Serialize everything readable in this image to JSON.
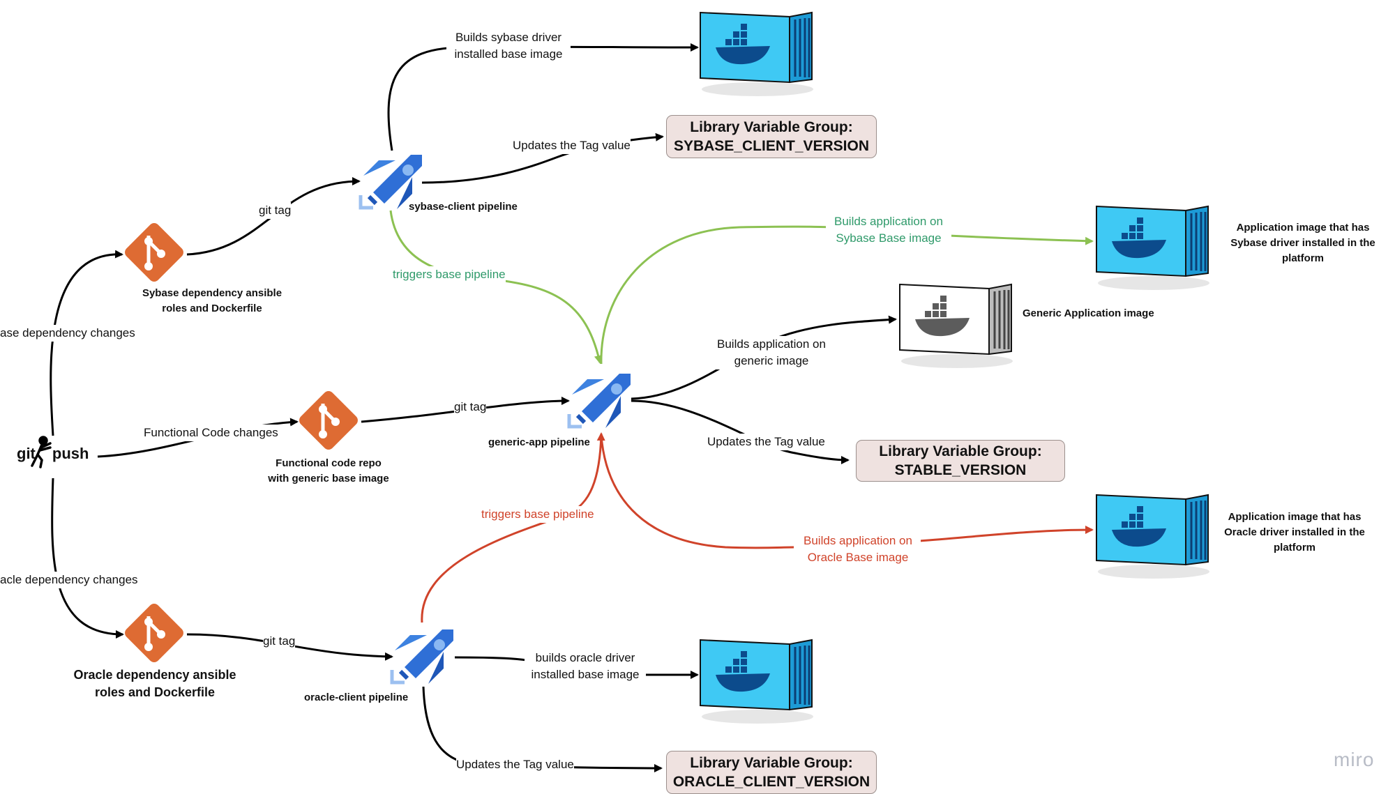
{
  "trigger": {
    "left": "git",
    "right": "push"
  },
  "edge_labels": {
    "sybase_dep": "ase dependency changes",
    "functional": "Functional Code changes",
    "oracle_dep": "acle dependency changes",
    "git_tag_1": "git tag",
    "git_tag_2": "git tag",
    "git_tag_3": "git tag",
    "sybase_build_1": "Builds sybase driver",
    "sybase_build_2": "installed base image",
    "sybase_tag": "Updates the Tag value",
    "trig_sybase": "triggers base pipeline",
    "app_sybase_1": "Builds application on",
    "app_sybase_2": "Sybase Base image",
    "app_generic_1": "Builds application on",
    "app_generic_2": "generic image",
    "generic_tag": "Updates the Tag value",
    "trig_oracle": "triggers base pipeline",
    "app_oracle_1": "Builds application on",
    "app_oracle_2": "Oracle Base image",
    "oracle_build_1": "builds oracle driver",
    "oracle_build_2": "installed base image",
    "oracle_tag": "Updates the Tag value"
  },
  "repos": {
    "sybase": {
      "line1": "Sybase dependency ansible",
      "line2": "roles and Dockerfile"
    },
    "functional": {
      "line1": "Functional code repo",
      "line2": "with generic  base image"
    },
    "oracle": {
      "line1": "Oracle dependency ansible",
      "line2": "roles and Dockerfile"
    }
  },
  "pipelines": {
    "sybase": "sybase-client pipeline",
    "generic": "generic-app pipeline",
    "oracle": "oracle-client pipeline"
  },
  "variable_groups": {
    "sybase": {
      "title": "Library Variable Group:",
      "name": "SYBASE_CLIENT_VERSION"
    },
    "stable": {
      "title": "Library Variable Group:",
      "name": "STABLE_VERSION"
    },
    "oracle": {
      "title": "Library Variable Group:",
      "name": "ORACLE_CLIENT_VERSION"
    }
  },
  "images": {
    "sybase_app": {
      "line1": "Application image that has",
      "line2": "Sybase driver installed in the",
      "line3": "platform"
    },
    "generic_app": "Generic Application image",
    "oracle_app": {
      "line1": "Application image that has",
      "line2": "Oracle driver installed in the",
      "line3": "platform"
    }
  },
  "watermark": "miro",
  "colors": {
    "git_orange": "#de6b33",
    "pipeline_blue": "#2f6fd6",
    "pipeline_light": "#7fb0ef",
    "container_cyan": "#38c6f3",
    "container_dark": "#0c4b8c",
    "green_arrow": "#8cc152",
    "green_text": "#2f9a6a",
    "red_arrow": "#d0432a",
    "lvg_fill": "#efe2e0"
  }
}
